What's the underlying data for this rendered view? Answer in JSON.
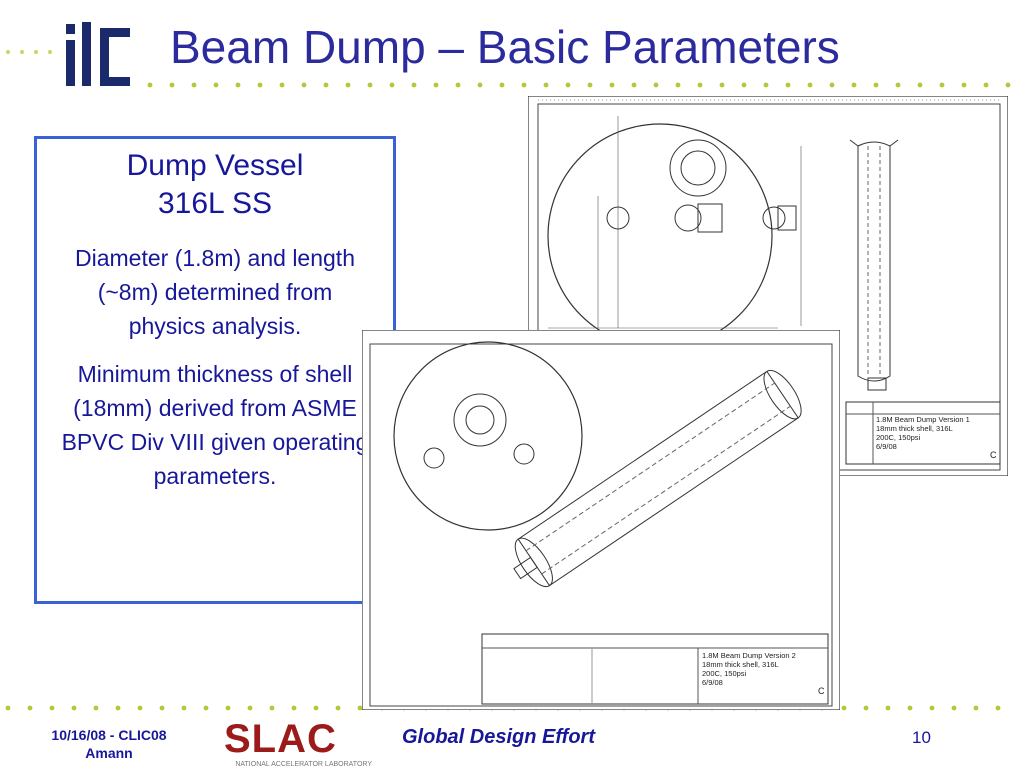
{
  "title": "Beam Dump – Basic Parameters",
  "logo_text": "ilc",
  "box": {
    "heading_line1": "Dump Vessel",
    "heading_line2": "316L SS",
    "para1": "Diameter (1.8m) and length (~8m) determined from physics analysis.",
    "para2": "Minimum thickness of shell (18mm) derived from ASME BPVC Div VIII given operating parameters."
  },
  "drawing1": {
    "title_block": [
      "1.8M Beam Dump Version 1",
      "18mm thick shell, 316L",
      "200C, 150psi",
      "6/9/08"
    ],
    "sheet_letter": "C"
  },
  "drawing2": {
    "title_block": [
      "1.8M Beam Dump Version 2",
      "18mm thick shell, 316L",
      "200C, 150psi",
      "6/9/08"
    ],
    "sheet_letter": "C"
  },
  "footer": {
    "date_line1": "10/16/08 - CLIC08",
    "date_line2": "Amann",
    "slac_word": "SLAC",
    "slac_sub": "NATIONAL ACCELERATOR LABORATORY",
    "center": "Global Design Effort",
    "page": "10"
  },
  "colors": {
    "text_blue": "#17179a",
    "box_border": "#3a62d8",
    "dots": "#b5c63a",
    "slac_red": "#9b1b1b"
  }
}
